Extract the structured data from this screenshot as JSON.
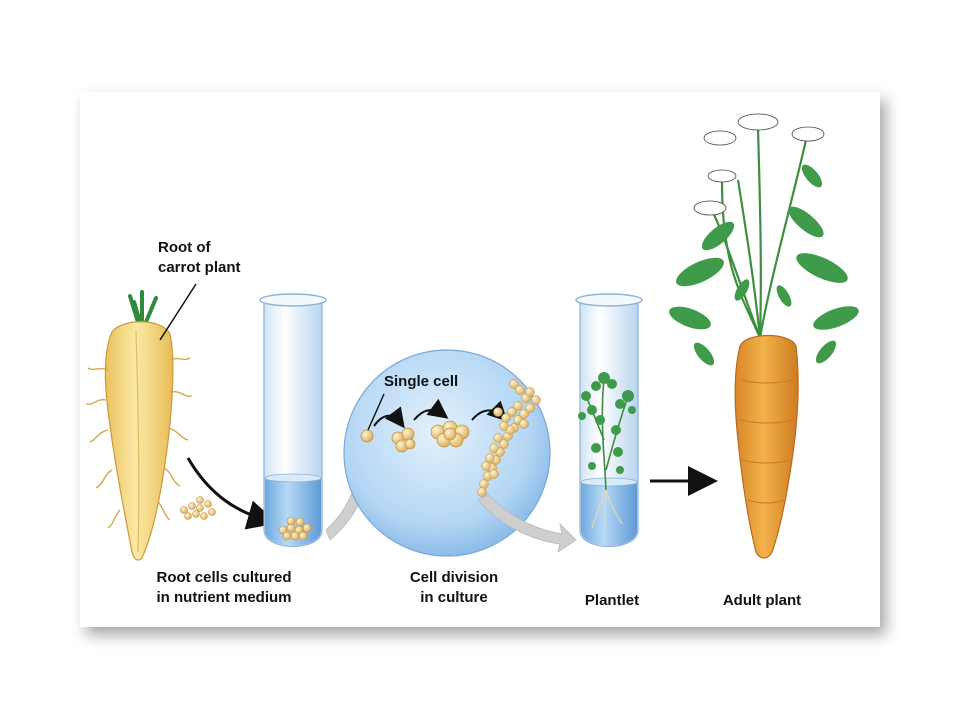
{
  "labels": {
    "root_of_carrot": [
      "Root of",
      "carrot plant"
    ],
    "single_cell": "Single cell",
    "root_cells_cultured": [
      "Root cells cultured",
      "in nutrient medium"
    ],
    "cell_division": [
      "Cell division",
      "in culture"
    ],
    "plantlet": "Plantlet",
    "adult_plant": "Adult plant"
  },
  "colors": {
    "carrot_root": "#f5e09a",
    "carrot_orange": "#e8a33a",
    "leaf_green": "#3f9a4a",
    "medium_blue": "#8ec3ee",
    "circle_blue": "#bcdcf6",
    "cell_tan": "#f0cf86"
  }
}
